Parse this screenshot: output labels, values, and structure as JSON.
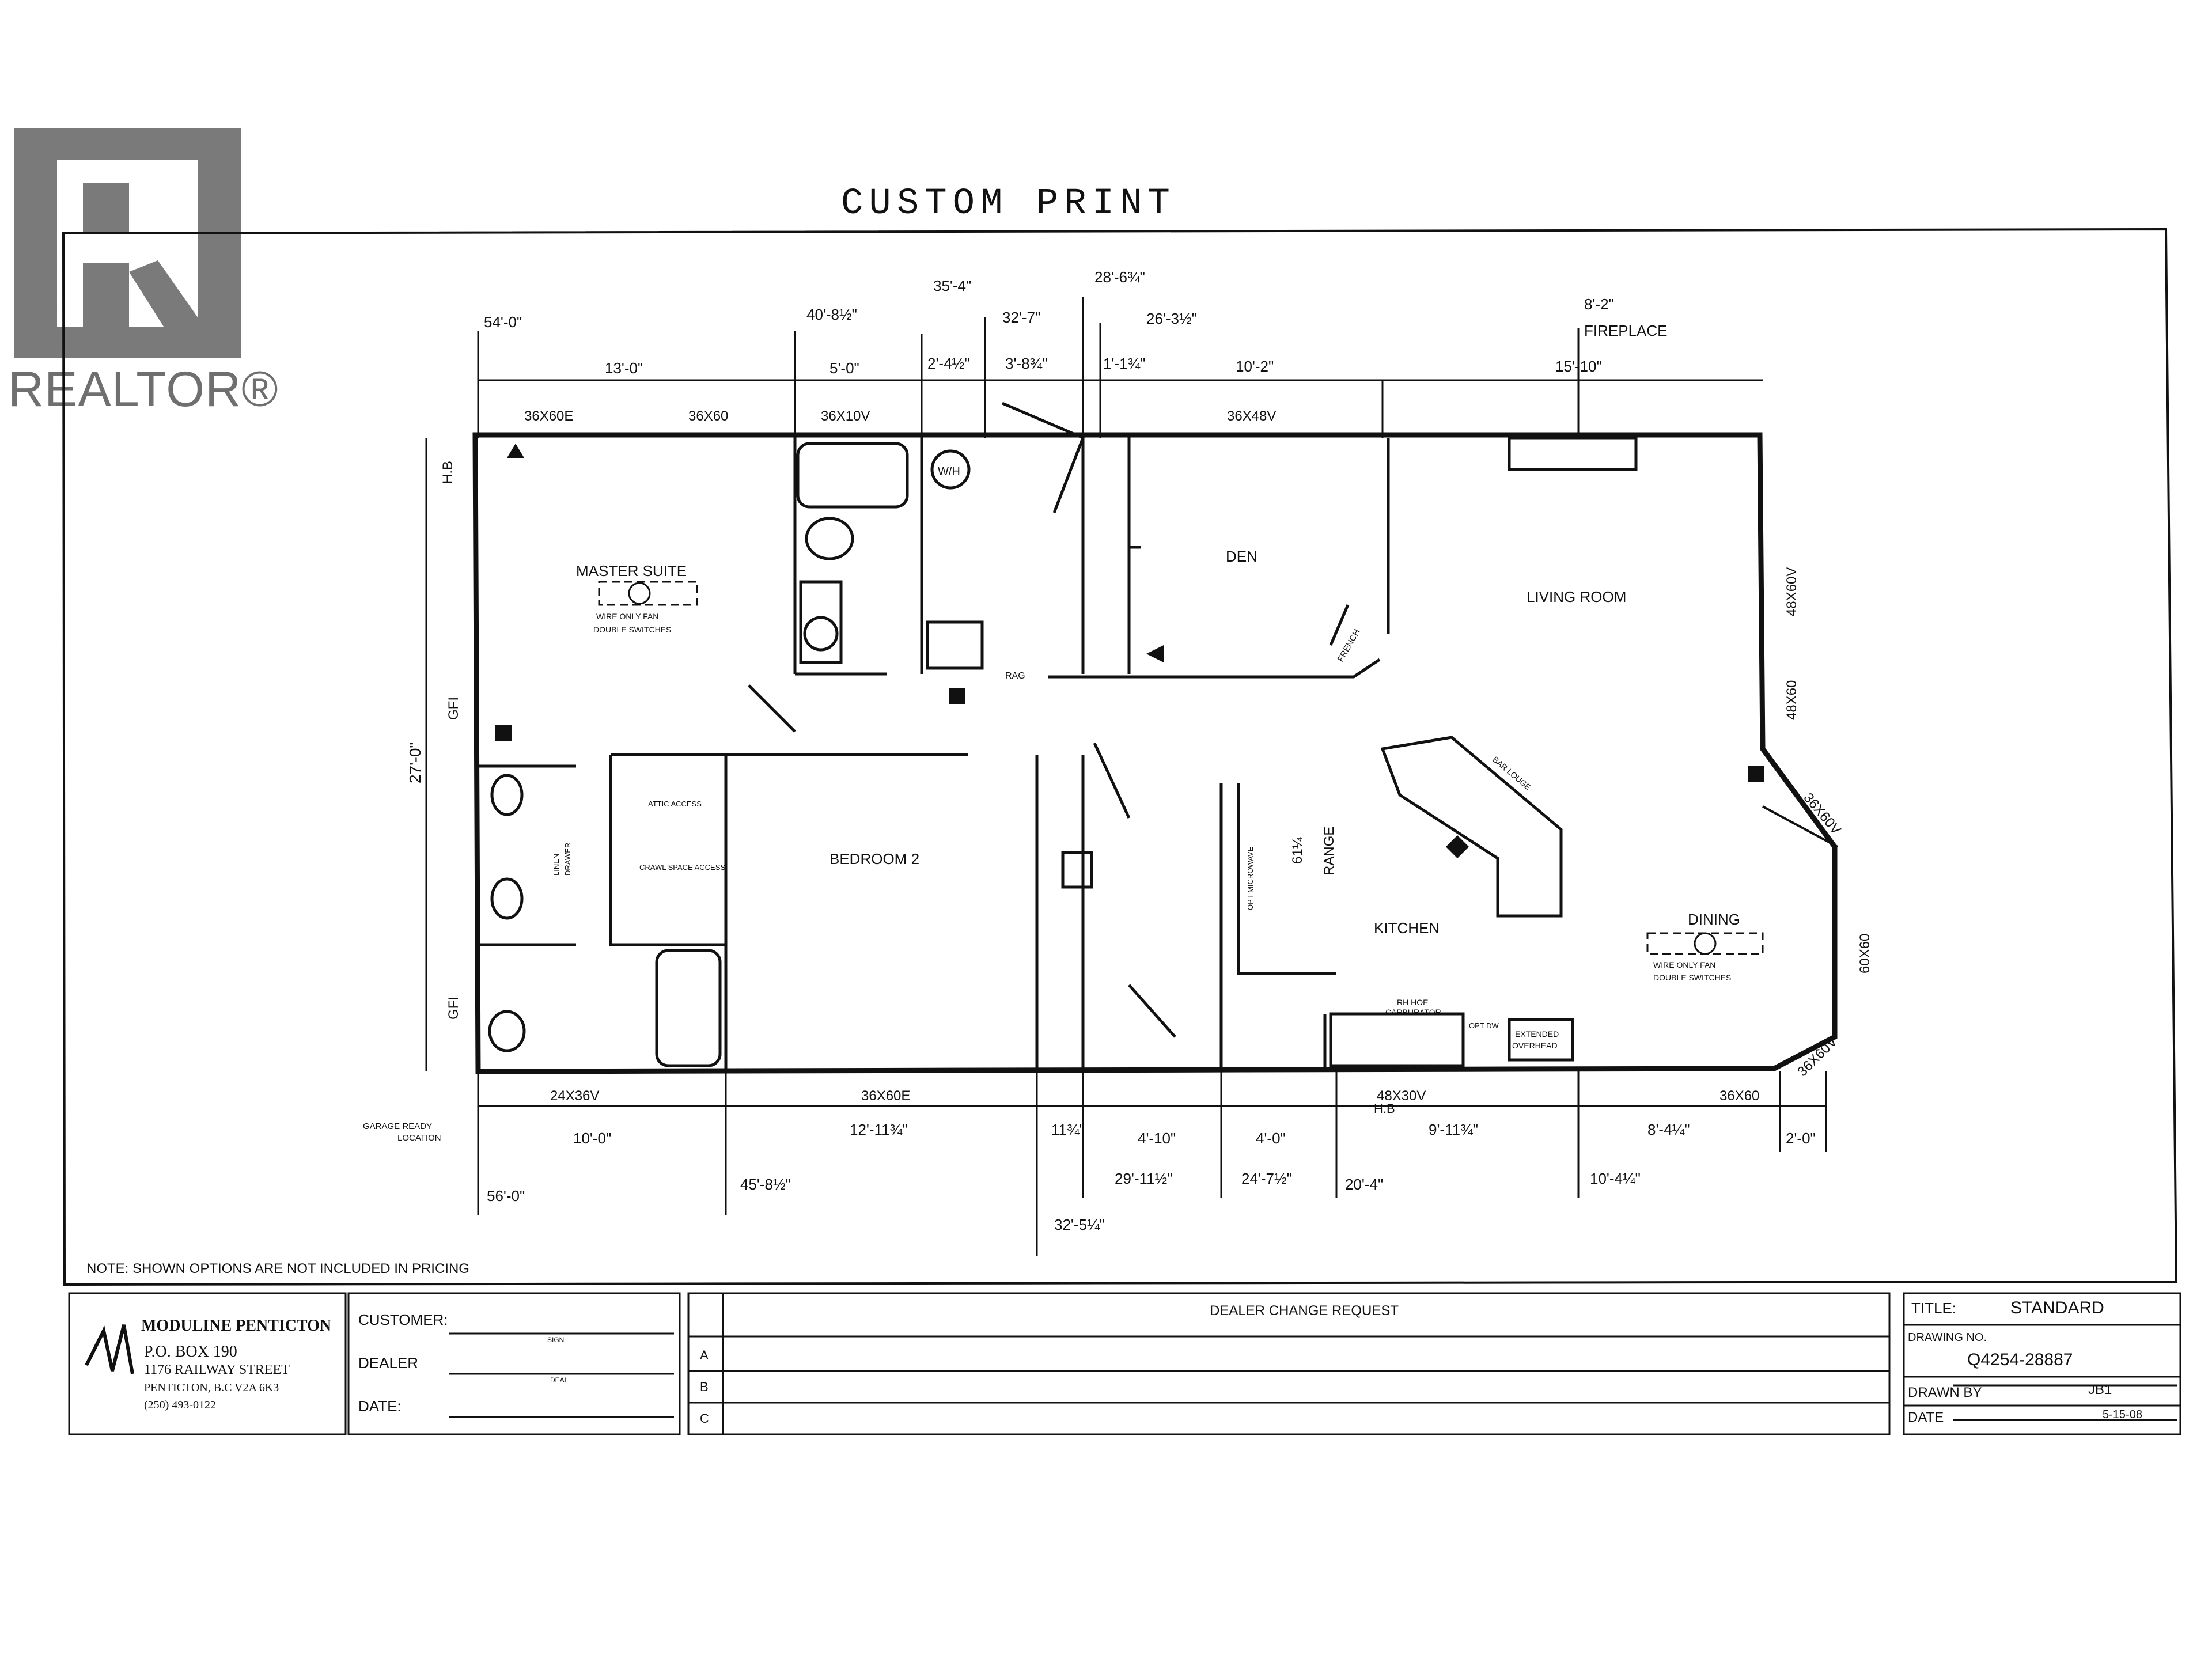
{
  "watermark": {
    "label": "REALTOR®"
  },
  "title": "CUSTOM PRINT",
  "rooms": {
    "master_suite": "MASTER SUITE",
    "den": "DEN",
    "living_room": "LIVING ROOM",
    "bedroom2": "BEDROOM 2",
    "kitchen": "KITCHEN",
    "dining": "DINING"
  },
  "fan_notes": {
    "line1": "WIRE ONLY FAN",
    "line2": "DOUBLE SWITCHES"
  },
  "top_dims": {
    "overall": "54'-0\"",
    "d40": "40'-8½\"",
    "d35": "35'-4\"",
    "d32": "32'-7\"",
    "d28": "28'-6¾\"",
    "d26": "26'-3½\"",
    "d8": "8'-2\"",
    "fireplace": "FIREPLACE",
    "s13": "13'-0\"",
    "s5": "5'-0\"",
    "s2": "2'-4½\"",
    "s3": "3'-8¾\"",
    "s1": "1'-1¾\"",
    "s10": "10'-2\"",
    "s15": "15'-10\""
  },
  "top_windows": {
    "w1": "36X60E",
    "w2": "36X60",
    "w3": "36X10V",
    "w4": "36X48V"
  },
  "side": {
    "height": "27'-0\"",
    "hb": "H.B",
    "gfi1": "GFI",
    "gfi2": "GFI"
  },
  "right_windows": {
    "r1": "48X60V",
    "r2": "48X60",
    "r3": "36X60V",
    "r4": "60X60",
    "r5": "36X60V"
  },
  "bottom_windows": {
    "b1": "24X36V",
    "b2": "36X60E",
    "b3": "48X30V",
    "b4": "36X60",
    "hb": "H.B"
  },
  "bottom_dims": {
    "s10": "10'-0\"",
    "s12": "12'-11¾\"",
    "s11": "11¾\"",
    "s4a": "4'-10\"",
    "s4b": "4'-0\"",
    "s9": "9'-11¾\"",
    "s8": "8'-4¼\"",
    "s2": "2'-0\"",
    "overall": "56'-0\"",
    "d45": "45'-8½\"",
    "d29": "29'-11½\"",
    "d24": "24'-7½\"",
    "d20": "20'-4\"",
    "d10": "10'-4¼\"",
    "d32": "32'-5¼\""
  },
  "misc": {
    "garage": "GARAGE READY",
    "location": "LOCATION",
    "rag": "RAG",
    "french": "FRENCH",
    "range": "RANGE",
    "range_w": "61¼",
    "wh": "W/H",
    "opt_microwave": "OPT MICROWAVE",
    "rh_hoe": "RH HOE",
    "carburator": "CARBURATOR",
    "opt_dw": "OPT DW",
    "extended": "EXTENDED",
    "overhead": "OVERHEAD",
    "bar": "BAR LOUGE",
    "attic": "ATTIC ACCESS",
    "crawl": "CRAWL SPACE ACCESS",
    "linen": "LINEN",
    "drawer": "DRAWER"
  },
  "note": "NOTE:  SHOWN OPTIONS ARE NOT INCLUDED IN PRICING",
  "company": {
    "name": "MODULINE PENTICTON",
    "box": "P.O. BOX 190",
    "street": "1176 RAILWAY STREET",
    "city": "PENTICTON, B.C  V2A 6K3",
    "phone": "(250) 493-0122"
  },
  "customer": {
    "customer": "CUSTOMER:",
    "dealer": "DEALER",
    "date": "DATE:",
    "sig1": "SIGN",
    "sig2": "DEAL"
  },
  "change": {
    "header": "DEALER CHANGE REQUEST",
    "rows": [
      "A",
      "B",
      "C"
    ]
  },
  "info": {
    "title_label": "TITLE:",
    "title_value": "STANDARD",
    "drawing_label": "DRAWING NO.",
    "drawing_value": "Q4254-28887",
    "drawn_label": "DRAWN BY",
    "drawn_value": "JB1",
    "date_label": "DATE",
    "date_value": "5-15-08"
  }
}
